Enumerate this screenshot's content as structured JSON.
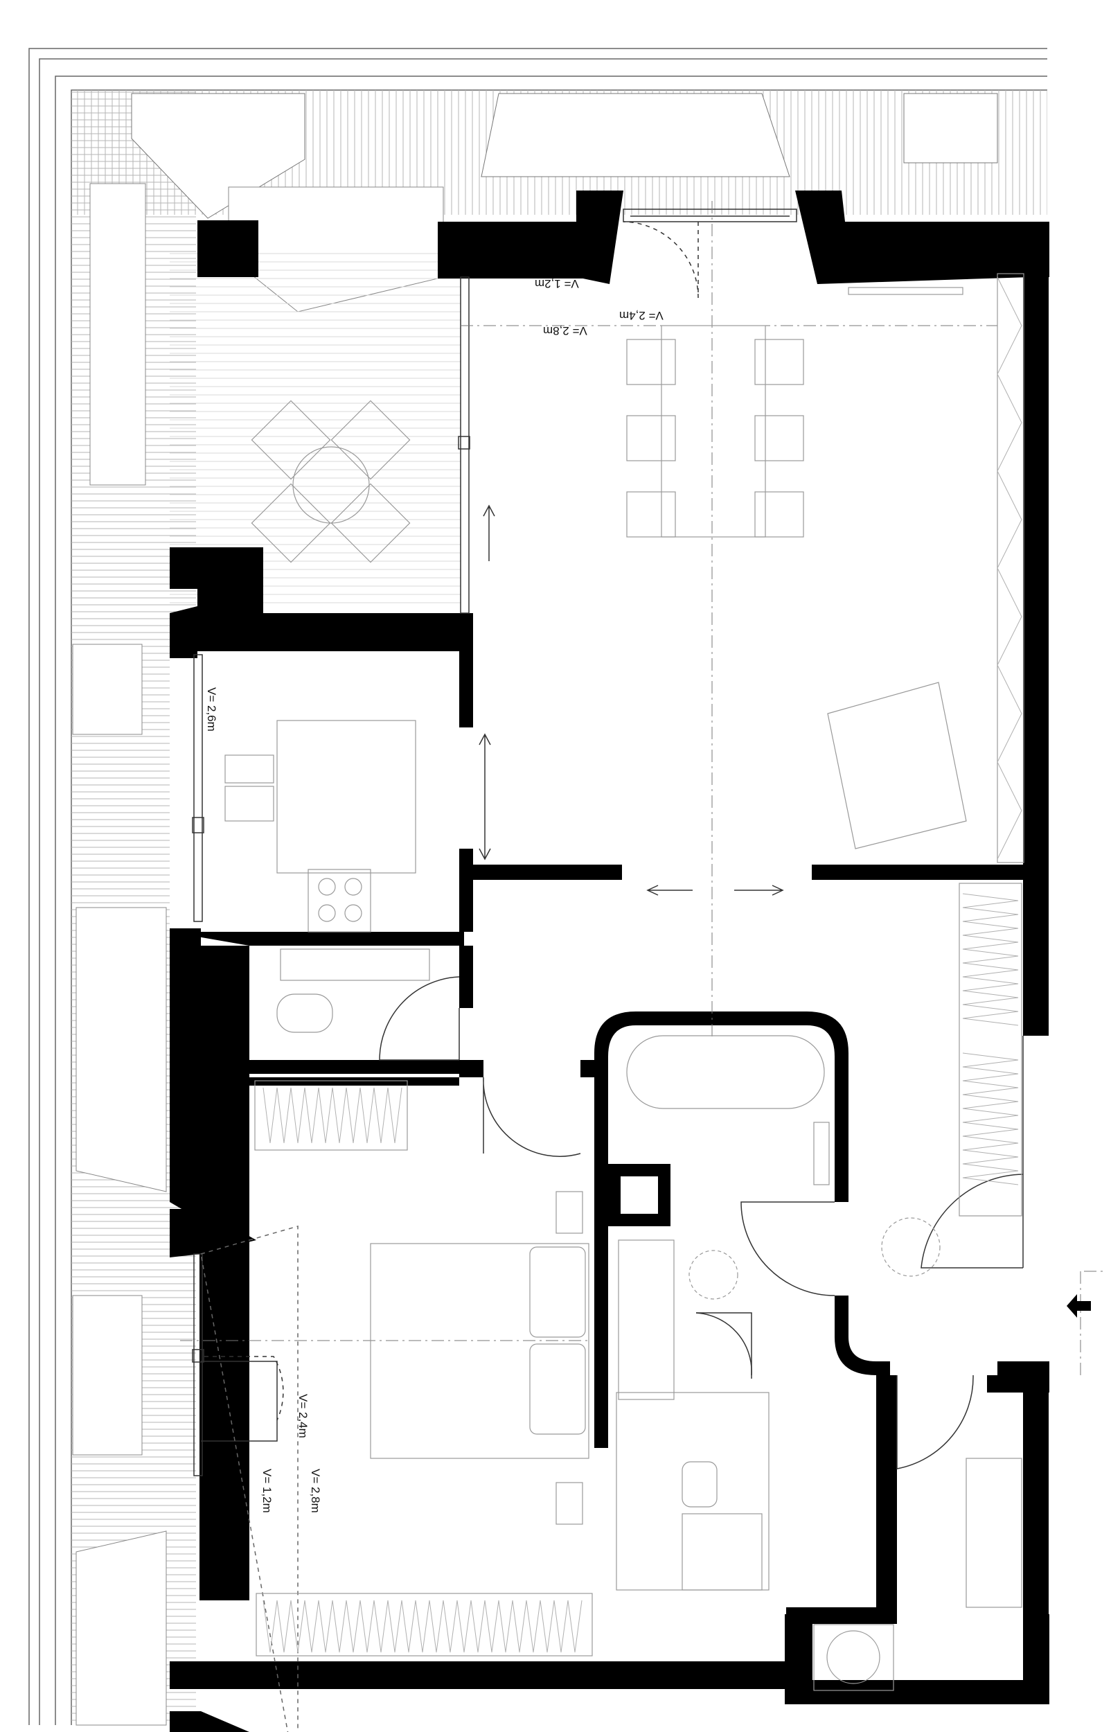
{
  "plan": {
    "labels": {
      "h_lounge_window": "V= 1,2m",
      "h_lounge_ceiling": "V= 2,8m",
      "h_balcony_door": "V= 2,4m",
      "h_kitchen": "V= 2,6m",
      "h_bedroom_door": "V= 2,4m",
      "h_bedroom_ceiling": "V= 2,8m",
      "h_bedroom_window": "V= 1,2m"
    },
    "colors": {
      "wall": "#000000",
      "line": "#555555",
      "hatch": "#9a9a9a",
      "background": "#ffffff"
    },
    "icons": {
      "entrance": "entrance-arrow-icon"
    }
  }
}
